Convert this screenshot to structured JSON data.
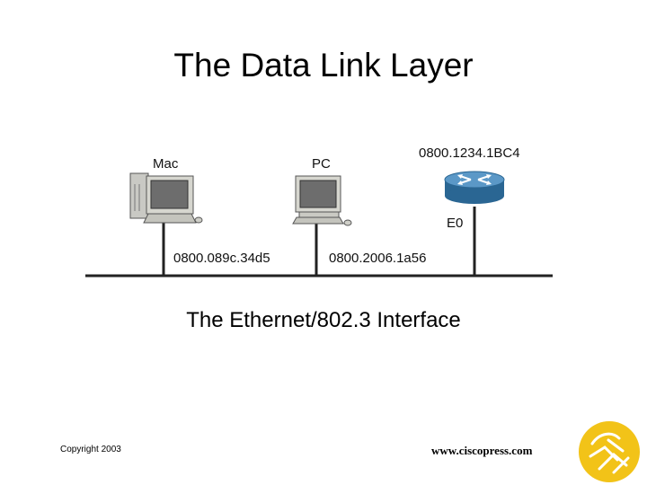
{
  "title": "The Data Link Layer",
  "diagram": {
    "mac": {
      "label": "Mac",
      "address": "0800.089c.34d5"
    },
    "pc": {
      "label": "PC",
      "address": "0800.2006.1a56"
    },
    "router": {
      "address": "0800.1234.1BC4",
      "interface": "E0"
    }
  },
  "subtitle": "The Ethernet/802.3 Interface",
  "footer": {
    "copyright": "Copyright 2003",
    "website": "www.ciscopress.com"
  },
  "colors": {
    "router": "#2f6f9e",
    "logo": "#f2c318",
    "line": "#222222"
  }
}
